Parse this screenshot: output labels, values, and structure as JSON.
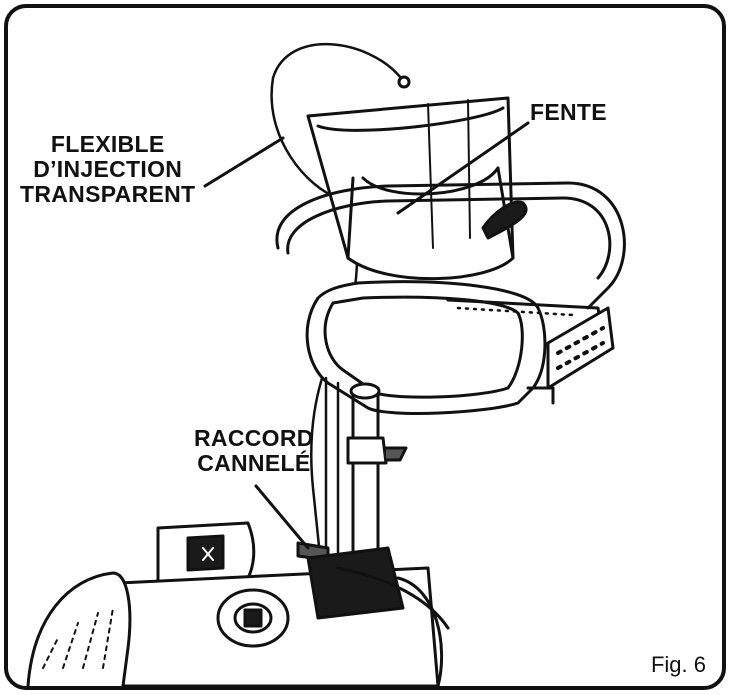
{
  "labels": {
    "hose": [
      "FLEXIBLE",
      "D’INJECTION",
      "TRANSPARENT"
    ],
    "slot": "FENTE",
    "fitting": [
      "RACCORD",
      "CANNELÉ"
    ]
  },
  "figure_label": "Fig. 6",
  "colors": {
    "line": "#111111",
    "background": "#ffffff",
    "dark_part": "#1a1a1a",
    "mid_part": "#555555"
  }
}
